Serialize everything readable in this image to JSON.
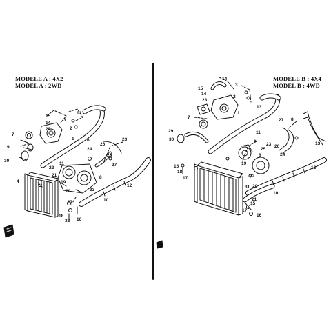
{
  "left_panel": {
    "title_line1": "MODELE A : 4X2",
    "title_line2": "MODEL A : 2WD",
    "callouts": [
      "15",
      "14",
      "28",
      "7",
      "9",
      "30",
      "1",
      "2",
      "3",
      "13",
      "6",
      "24",
      "23",
      "26",
      "25",
      "27",
      "4",
      "19",
      "11",
      "22",
      "21",
      "20",
      "17",
      "18",
      "16",
      "32",
      "10",
      "12",
      "33",
      "8"
    ]
  },
  "right_panel": {
    "title_line1": "MODELE B : 4X4",
    "title_line2": "MODEL B : 4WD",
    "callouts": [
      "14",
      "15",
      "3",
      "14",
      "28",
      "2",
      "13",
      "1",
      "7",
      "29",
      "30",
      "11",
      "5",
      "25",
      "6",
      "8",
      "27",
      "23",
      "26",
      "24",
      "13",
      "16",
      "18",
      "17",
      "19",
      "12",
      "22",
      "20",
      "10",
      "31",
      "17",
      "15",
      "16",
      "21"
    ]
  }
}
